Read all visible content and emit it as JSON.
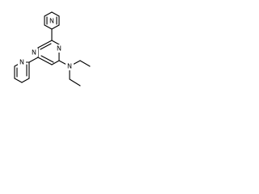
{
  "atom_labels": {
    "top_pyridine_n": "N",
    "pyrimidine_n1": "N",
    "pyrimidine_n3": "N",
    "amine_n": "N",
    "left_pyridine_n": "N"
  }
}
